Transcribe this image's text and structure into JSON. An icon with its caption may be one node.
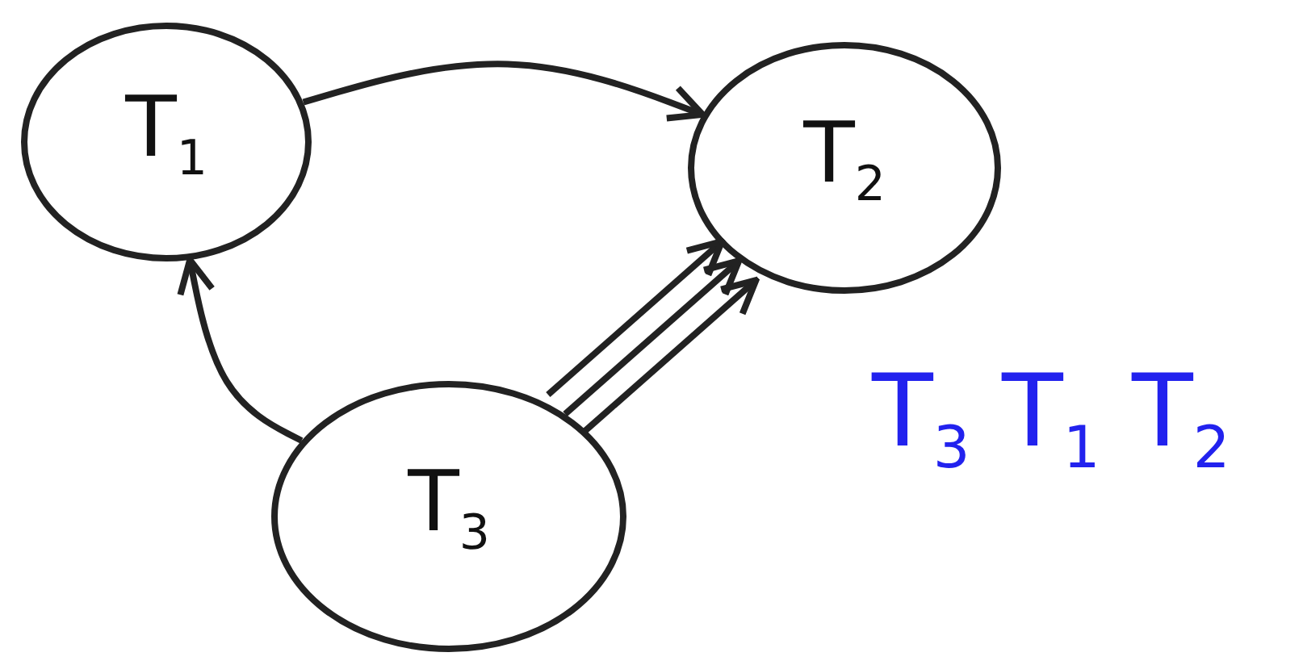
{
  "diagram": {
    "nodes": [
      {
        "text": [
          "T$_{1}$"
        ]
      },
      {
        "text": [
          "T$_{2}$"
        ]
      },
      {
        "text": [
          "T$_{3}$"
        ]
      }
    ],
    "edges": [
      {
        "from": 0,
        "to": 1,
        "arrow": "to"
      },
      {
        "from": 2,
        "to": 0,
        "arrow": "to"
      },
      {
        "from": 2,
        "to": 1,
        "arrow": "to"
      },
      {
        "from": 2,
        "to": 1,
        "arrow": "to"
      },
      {
        "from": 2,
        "to": 1,
        "arrow": "to"
      }
    ],
    "labels": [
      "T$_{3}$ T$_{1}$ T$_{2}$"
    ]
  }
}
